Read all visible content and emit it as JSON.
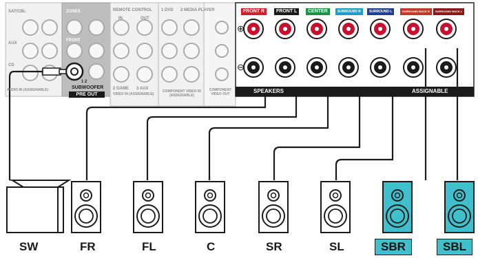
{
  "panel": {
    "subwoofer_label": "SUBWOOFER",
    "pre_out_label": "PRE OUT",
    "sub_channels": "1    2",
    "zones_label": "ZONES",
    "front_label": "FRONT",
    "remote_control_label": "REMOTE CONTROL",
    "in_label": "IN",
    "out_label": "OUT",
    "video_in_label": "VIDEO IN (ASSIGNABLE)",
    "audio_in_label": "AUDIO IN (ASSIGNABLE)",
    "game_label": "2 GAME",
    "aux_label": "3 AUX",
    "dvd_label": "1 DVD",
    "media_player_label": "2 MEDIA PLAYER",
    "component_video_in_label": "COMPONENT VIDEO IN (ASSIGNABLE)",
    "component_video_out_label": "COMPONENT VIDEO OUT",
    "speakers_label": "SPEAKERS",
    "assignable_label": "ASSIGNABLE",
    "sat_cbl_label": "SAT/CBL",
    "aux_in_label": "AUX",
    "cd_label": "CD",
    "plus_symbol": "⊕",
    "minus_symbol": "⊖"
  },
  "channel_tags": [
    {
      "text": "FRONT R",
      "color": "#d0202f"
    },
    {
      "text": "FRONT L",
      "color": "#1a1a1a"
    },
    {
      "text": "CENTER",
      "color": "#1f8f4a"
    },
    {
      "text": "SURROUND R",
      "color": "#1c9fc6"
    },
    {
      "text": "SURROUND L",
      "color": "#1f3f8c"
    },
    {
      "text": "SURROUND BACK R",
      "color": "#c0392b"
    },
    {
      "text": "SURROUND BACK L",
      "color": "#8b1a1a"
    }
  ],
  "speakers": [
    {
      "label": "SW",
      "type": "subwoofer",
      "highlighted": false
    },
    {
      "label": "FR",
      "type": "speaker",
      "highlighted": false
    },
    {
      "label": "FL",
      "type": "speaker",
      "highlighted": false
    },
    {
      "label": "C",
      "type": "speaker",
      "highlighted": false
    },
    {
      "label": "SR",
      "type": "speaker",
      "highlighted": false
    },
    {
      "label": "SL",
      "type": "speaker",
      "highlighted": false
    },
    {
      "label": "SBR",
      "type": "speaker",
      "highlighted": true
    },
    {
      "label": "SBL",
      "type": "speaker",
      "highlighted": true
    }
  ],
  "colors": {
    "highlight": "#3fc0cc",
    "terminal_red": "#c8102e",
    "panel_gray": "#d9d9d9",
    "cable": "#1a1a1a"
  }
}
